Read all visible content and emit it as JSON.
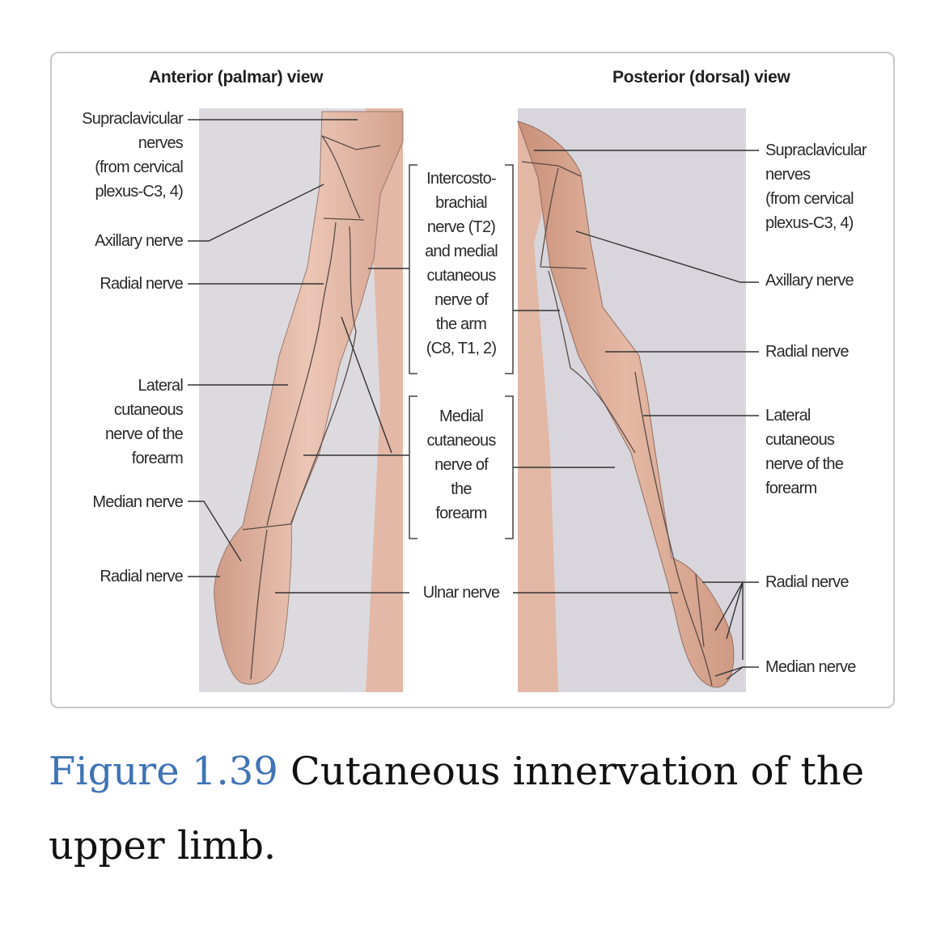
{
  "views": {
    "anterior": {
      "title": "Anterior (palmar) view",
      "labels": {
        "supraclavicular": "Supraclavicular\nnerves\n(from cervical\nplexus-C3, 4)",
        "axillary": "Axillary nerve",
        "radial_upper": "Radial nerve",
        "lateral_cutaneous": "Lateral\ncutaneous\nnerve of the\nforearm",
        "median": "Median nerve",
        "radial_lower": "Radial nerve"
      }
    },
    "posterior": {
      "title": "Posterior (dorsal) view",
      "labels": {
        "supraclavicular": "Supraclavicular\nnerves\n(from cervical\nplexus-C3, 4)",
        "axillary": "Axillary nerve",
        "radial_upper": "Radial nerve",
        "lateral_cutaneous": "Lateral\ncutaneous\nnerve of the\nforearm",
        "radial_lower": "Radial nerve",
        "median": "Median nerve"
      }
    }
  },
  "center_labels": {
    "intercostobrachial": "Intercosto-\nbrachial\nnerve (T2)\nand medial\ncutaneous\nnerve of\nthe arm\n(C8, T1, 2)",
    "medial_cutaneous_forearm": "Medial\ncutaneous\nnerve of\nthe\nforearm",
    "ulnar": "Ulnar nerve"
  },
  "caption": {
    "figure_number": "Figure 1.39",
    "text": "Cutaneous innervation of the upper limb."
  },
  "colors": {
    "figure_blue": "#3f74b5",
    "skin": "#e2b6a3",
    "backdrop": "#d9d7de"
  }
}
